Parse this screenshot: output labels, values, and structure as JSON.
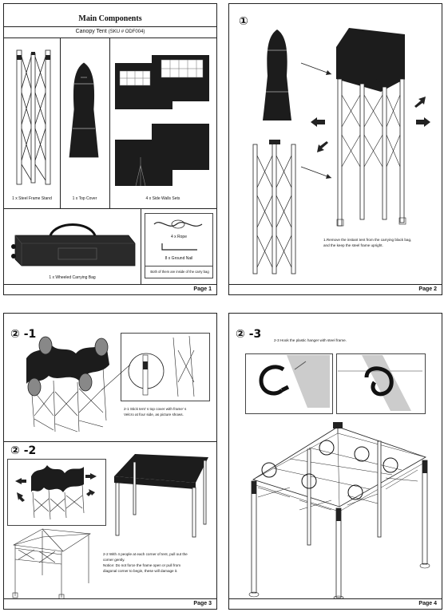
{
  "page1": {
    "title": "Main Components",
    "subtitle_name": "Canopy Tent",
    "subtitle_sku": "(SKU # ODF004)",
    "cap_frame": "1 x Steel Frame Stand",
    "cap_cover": "1 x Top Cover",
    "cap_walls": "4 x Side Walls Sets",
    "cap_bag": "1 x Wheeled Carrying Bag",
    "cap_rope": "4 x Rope",
    "cap_nail": "8 x Ground Nail",
    "cap_inside": "Both of them are inside of the carry bag",
    "page_num": "Page 1"
  },
  "page2": {
    "step": "①",
    "note_line1": "1.Remove the instant tent from the carrying black bag,",
    "note_line2": "and the keep the steel frame upright.",
    "page_num": "Page 2"
  },
  "page3": {
    "step1": "② -1",
    "note1_line1": "2-1  Stick tent' s top cover with frame' s",
    "note1_line2": "Velcro at four side, as picture shows.",
    "step2": "② -2",
    "note2_line1": "2-2 With 4 people at each corner of tent, pull out the",
    "note2_line2": "corner gently.",
    "note2_line3": "Notice: Do not force the frame open or pull from",
    "note2_line4": "diagonal corner to begin, these will damage it.",
    "page_num": "Page 3"
  },
  "page4": {
    "step": "② -3",
    "note": "2-3 Hook the plastic hanger with steel frame.",
    "page_num": "Page 4"
  }
}
